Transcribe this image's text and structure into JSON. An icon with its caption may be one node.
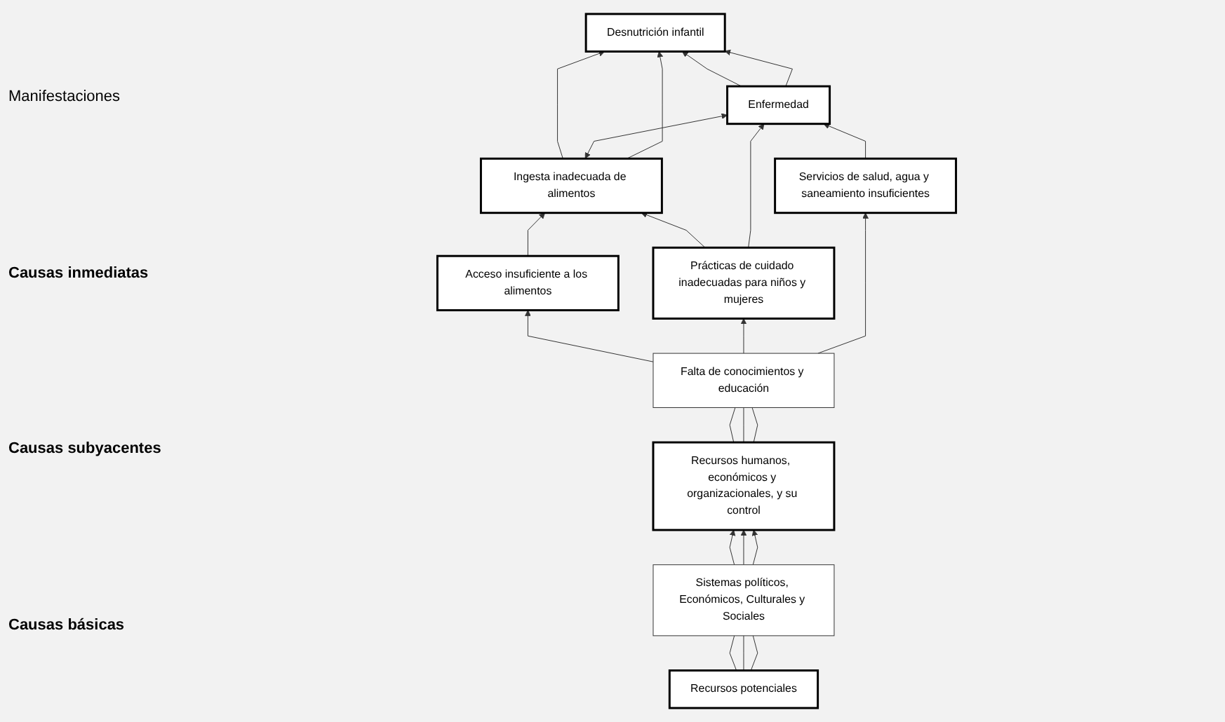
{
  "diagram": {
    "nodes": [
      {
        "text": [
          "Desnutrición infantil"
        ]
      },
      {
        "text": [
          "Ingesta inadecuada de alimentos"
        ]
      },
      {
        "text": [
          "Enfermedad"
        ]
      },
      {
        "text": [
          "Acceso insuficiente a los alimentos"
        ]
      },
      {
        "text": [
          "Prácticas de cuidado inadecuadas para niños y mujeres"
        ]
      },
      {
        "text": [
          "Servicios de salud, agua y saneamiento insuficientes"
        ]
      },
      {
        "text": [
          "Falta de conocimientos y educación"
        ]
      },
      {
        "text": [
          "Recursos humanos,  económicos y organizacionales, y su control"
        ]
      },
      {
        "text": [
          "Sistemas políticos, Económicos, Culturales y Sociales"
        ]
      },
      {
        "text": [
          "Recursos potenciales"
        ]
      }
    ],
    "edges": [
      {
        "from": 1,
        "to": 0,
        "arrow": "to"
      },
      {
        "from": 2,
        "to": 0,
        "arrow": "to"
      },
      {
        "from": 1,
        "to": 2,
        "arrow": "both"
      },
      {
        "from": 1,
        "to": 0,
        "arrow": "to"
      },
      {
        "from": 2,
        "to": 0,
        "arrow": "to"
      },
      {
        "from": 3,
        "to": 1,
        "arrow": "to"
      },
      {
        "from": 4,
        "to": 1,
        "arrow": "to"
      },
      {
        "from": 4,
        "to": 2,
        "arrow": "to"
      },
      {
        "from": 5,
        "to": 2,
        "arrow": "to"
      },
      {
        "from": 6,
        "to": 3,
        "arrow": "to"
      },
      {
        "from": 6,
        "to": 4,
        "arrow": "to"
      },
      {
        "from": 6,
        "to": 5,
        "arrow": "to"
      },
      {
        "from": 7,
        "to": 6,
        "arrow": "none"
      },
      {
        "from": 7,
        "to": 6,
        "arrow": "none"
      },
      {
        "from": 7,
        "to": 6,
        "arrow": "none"
      },
      {
        "from": 8,
        "to": 7,
        "arrow": "to"
      },
      {
        "from": 8,
        "to": 7,
        "arrow": "to"
      },
      {
        "from": 8,
        "to": 7,
        "arrow": "to"
      },
      {
        "from": 9,
        "to": 8,
        "arrow": "none"
      },
      {
        "from": 9,
        "to": 8,
        "arrow": "none"
      },
      {
        "from": 9,
        "to": 8,
        "arrow": "none"
      }
    ],
    "labels": [
      "Manifestaciones",
      "Causas inmediatas",
      "Causas subyacentes",
      "Causas básicas"
    ]
  }
}
